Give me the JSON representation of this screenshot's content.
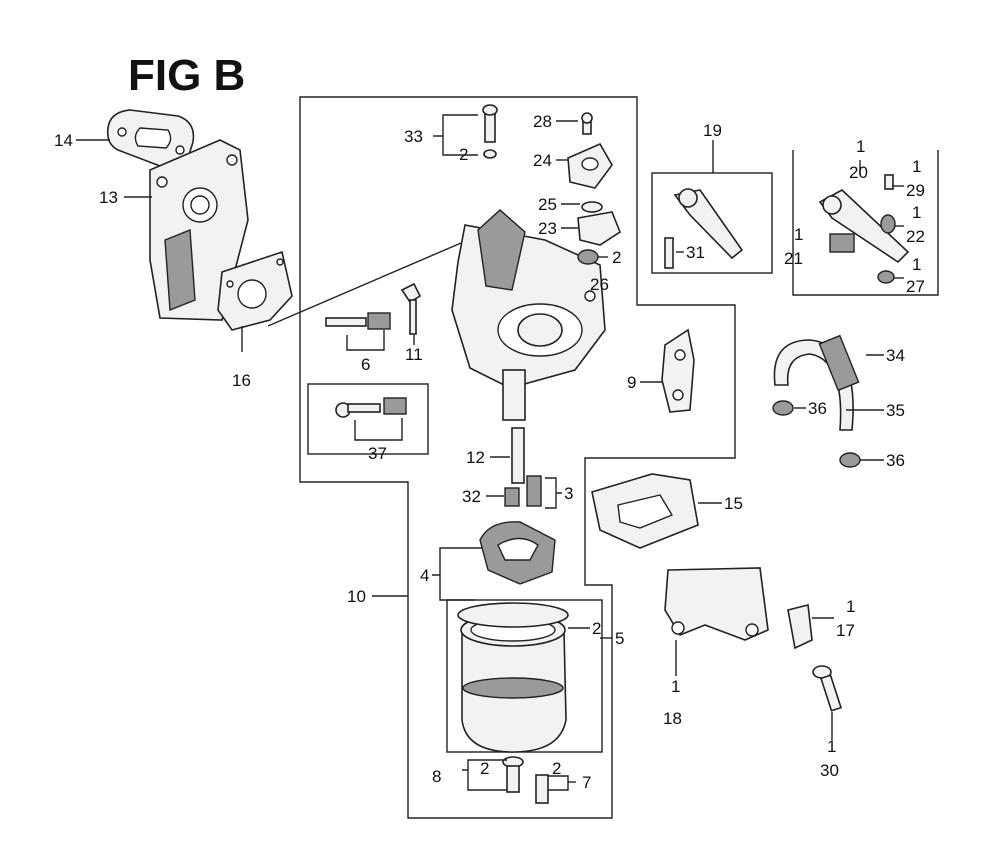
{
  "title": "FIG B",
  "callouts": [
    {
      "key": "c14",
      "text": "14"
    },
    {
      "key": "c13",
      "text": "13"
    },
    {
      "key": "c16",
      "text": "16"
    },
    {
      "key": "c33",
      "text": "33"
    },
    {
      "key": "c33_qty",
      "text": "2"
    },
    {
      "key": "c28",
      "text": "28"
    },
    {
      "key": "c24",
      "text": "24"
    },
    {
      "key": "c25",
      "text": "25"
    },
    {
      "key": "c23",
      "text": "23"
    },
    {
      "key": "c26_qty",
      "text": "2"
    },
    {
      "key": "c26",
      "text": "26"
    },
    {
      "key": "c6",
      "text": "6"
    },
    {
      "key": "c11",
      "text": "11"
    },
    {
      "key": "c37",
      "text": "37"
    },
    {
      "key": "c19",
      "text": "19"
    },
    {
      "key": "c31",
      "text": "31"
    },
    {
      "key": "c20_qty",
      "text": "1"
    },
    {
      "key": "c20",
      "text": "20"
    },
    {
      "key": "c29_qty",
      "text": "1"
    },
    {
      "key": "c29",
      "text": "29"
    },
    {
      "key": "c22_qty",
      "text": "1"
    },
    {
      "key": "c22",
      "text": "22"
    },
    {
      "key": "c21_qty",
      "text": "1"
    },
    {
      "key": "c21",
      "text": "21"
    },
    {
      "key": "c27_qty",
      "text": "1"
    },
    {
      "key": "c27",
      "text": "27"
    },
    {
      "key": "c9",
      "text": "9"
    },
    {
      "key": "c34",
      "text": "34"
    },
    {
      "key": "c36a",
      "text": "36"
    },
    {
      "key": "c35",
      "text": "35"
    },
    {
      "key": "c36b",
      "text": "36"
    },
    {
      "key": "c12",
      "text": "12"
    },
    {
      "key": "c32",
      "text": "32"
    },
    {
      "key": "c3",
      "text": "3"
    },
    {
      "key": "c15",
      "text": "15"
    },
    {
      "key": "c4",
      "text": "4"
    },
    {
      "key": "c10",
      "text": "10"
    },
    {
      "key": "c2_bowl",
      "text": "2"
    },
    {
      "key": "c5",
      "text": "5"
    },
    {
      "key": "c17_qty",
      "text": "1"
    },
    {
      "key": "c17",
      "text": "17"
    },
    {
      "key": "c18_qty",
      "text": "1"
    },
    {
      "key": "c18",
      "text": "18"
    },
    {
      "key": "c30_qty",
      "text": "1"
    },
    {
      "key": "c30",
      "text": "30"
    },
    {
      "key": "c8",
      "text": "8"
    },
    {
      "key": "c8_qty",
      "text": "2"
    },
    {
      "key": "c7_qty",
      "text": "2"
    },
    {
      "key": "c7",
      "text": "7"
    }
  ]
}
